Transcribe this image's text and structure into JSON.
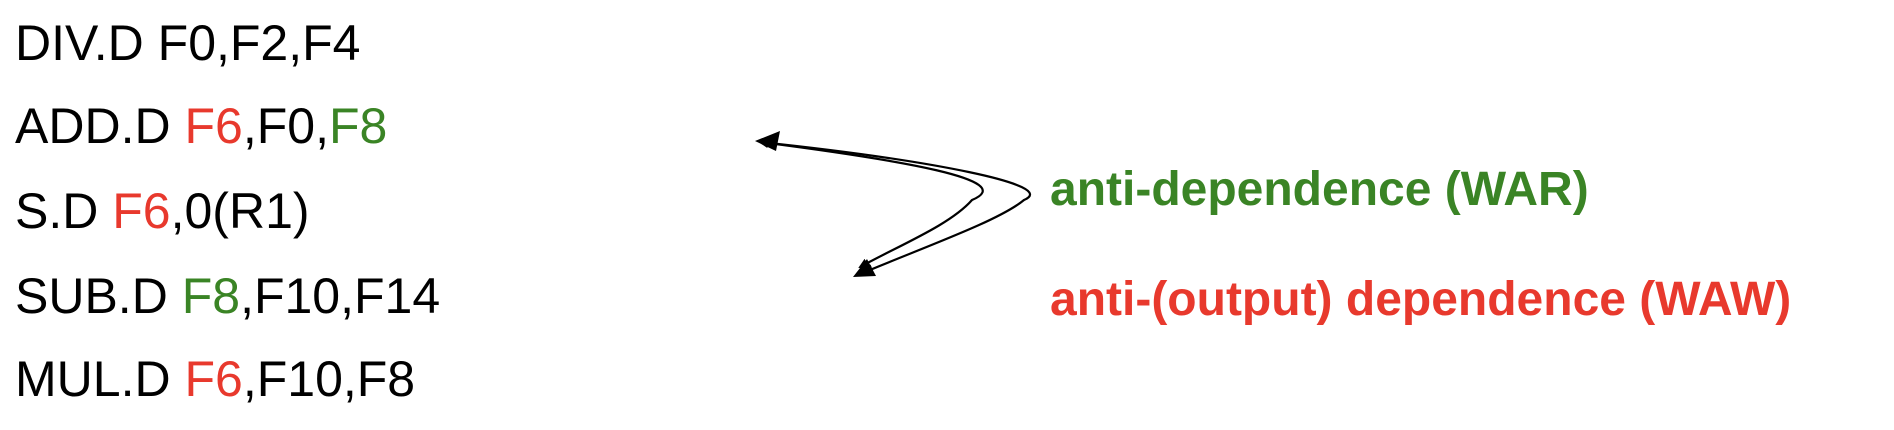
{
  "instructions": [
    {
      "segments": [
        {
          "text": "DIV.D F0,F2,F4",
          "color": "black"
        }
      ]
    },
    {
      "segments": [
        {
          "text": "ADD.D ",
          "color": "black"
        },
        {
          "text": "F6",
          "color": "red"
        },
        {
          "text": ",F0,",
          "color": "black"
        },
        {
          "text": "F8",
          "color": "green"
        }
      ]
    },
    {
      "segments": [
        {
          "text": "S.D ",
          "color": "black"
        },
        {
          "text": "F6",
          "color": "red"
        },
        {
          "text": ",0(R1)",
          "color": "black"
        }
      ]
    },
    {
      "segments": [
        {
          "text": "SUB.D ",
          "color": "black"
        },
        {
          "text": "F8",
          "color": "green"
        },
        {
          "text": ",F10,F14",
          "color": "black"
        }
      ]
    },
    {
      "segments": [
        {
          "text": "MUL.D ",
          "color": "black"
        },
        {
          "text": "F6",
          "color": "red"
        },
        {
          "text": ",F10,F8",
          "color": "black"
        }
      ]
    }
  ],
  "labels": {
    "war": "anti-dependence (WAR)",
    "waw": "anti-(output) dependence (WAW)"
  },
  "colors": {
    "red": "#e8392d",
    "green": "#3a8425",
    "black": "#000000"
  }
}
